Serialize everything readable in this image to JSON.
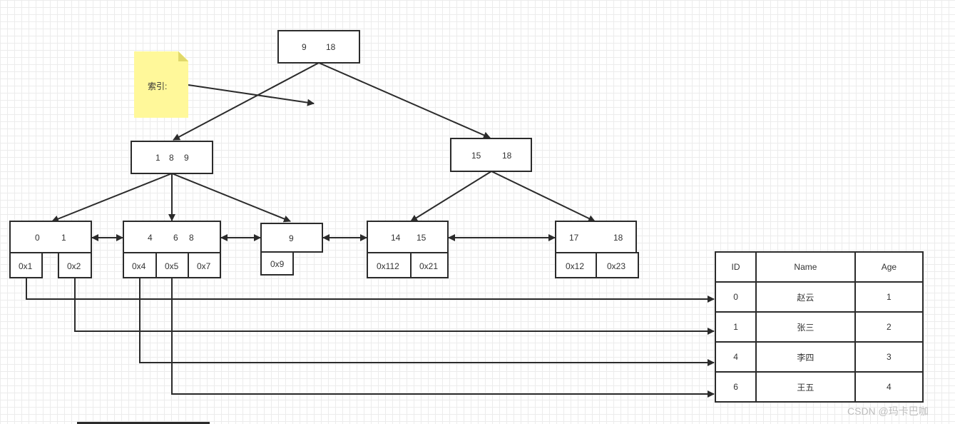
{
  "note": {
    "text": "索引:"
  },
  "root": {
    "k1": "9",
    "k2": "18"
  },
  "inner_left": {
    "k1": "1",
    "k2": "8",
    "k3": "9"
  },
  "inner_right": {
    "k1": "15",
    "k2": "18"
  },
  "leaves": [
    {
      "keys": [
        "0",
        "1"
      ],
      "ptrs": [
        "0x1",
        "0x2"
      ]
    },
    {
      "keys": [
        "4",
        "6",
        "8"
      ],
      "ptrs": [
        "0x4",
        "0x5",
        "0x7"
      ]
    },
    {
      "keys": [
        "9"
      ],
      "ptrs": [
        "0x9"
      ]
    },
    {
      "keys": [
        "14",
        "15"
      ],
      "ptrs": [
        "0x112",
        "0x21"
      ]
    },
    {
      "keys": [
        "17",
        "18"
      ],
      "ptrs": [
        "0x12",
        "0x23"
      ]
    }
  ],
  "table": {
    "headers": [
      "ID",
      "Name",
      "Age"
    ],
    "rows": [
      [
        "0",
        "赵云",
        "1"
      ],
      [
        "1",
        "张三",
        "2"
      ],
      [
        "4",
        "李四",
        "3"
      ],
      [
        "6",
        "王五",
        "4"
      ]
    ]
  },
  "watermark": "CSDN @玛卡巴咖"
}
